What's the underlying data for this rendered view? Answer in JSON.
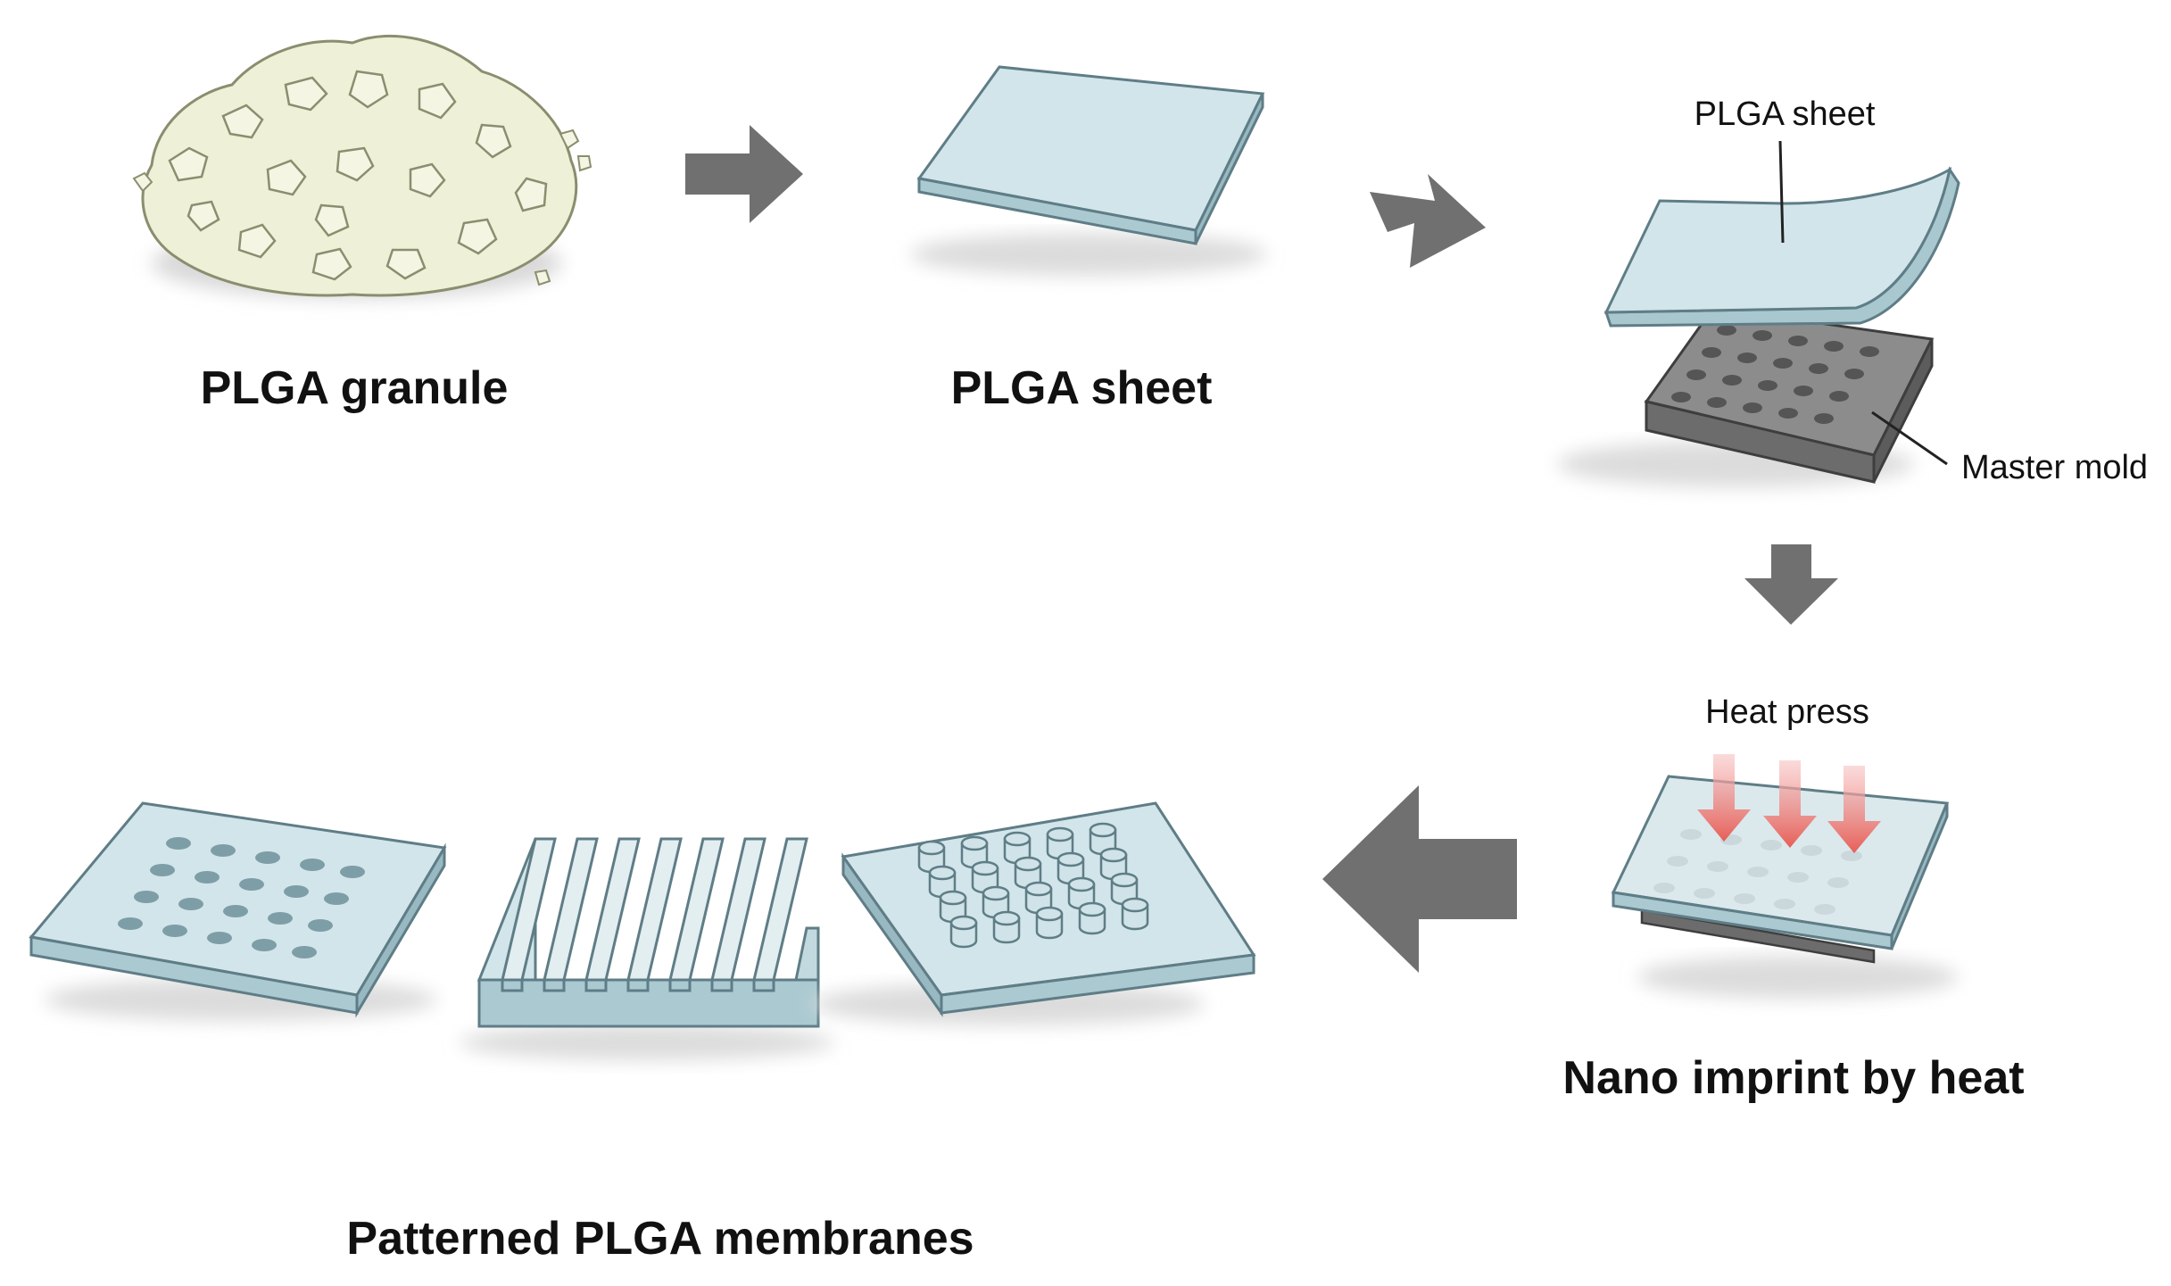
{
  "steps": {
    "granule_label": "PLGA granule",
    "sheet_label": "PLGA sheet",
    "imprint_label": "Nano imprint by heat",
    "membranes_label": "Patterned PLGA membranes"
  },
  "callouts": {
    "sheet": "PLGA sheet",
    "mold": "Master mold",
    "heat": "Heat press"
  },
  "colors": {
    "arrow": "#707070",
    "sheet_top": "#cfe3e8",
    "sheet_edge": "#a9c7cf",
    "mold_top": "#8a8a8a",
    "mold_side": "#6a6a6a",
    "granule": "#ecefd6",
    "heat_arrow": "#e86a6a"
  },
  "icons": {
    "flow_arrows": "block-arrow-icon",
    "heat_arrows": "down-arrow-icon"
  }
}
